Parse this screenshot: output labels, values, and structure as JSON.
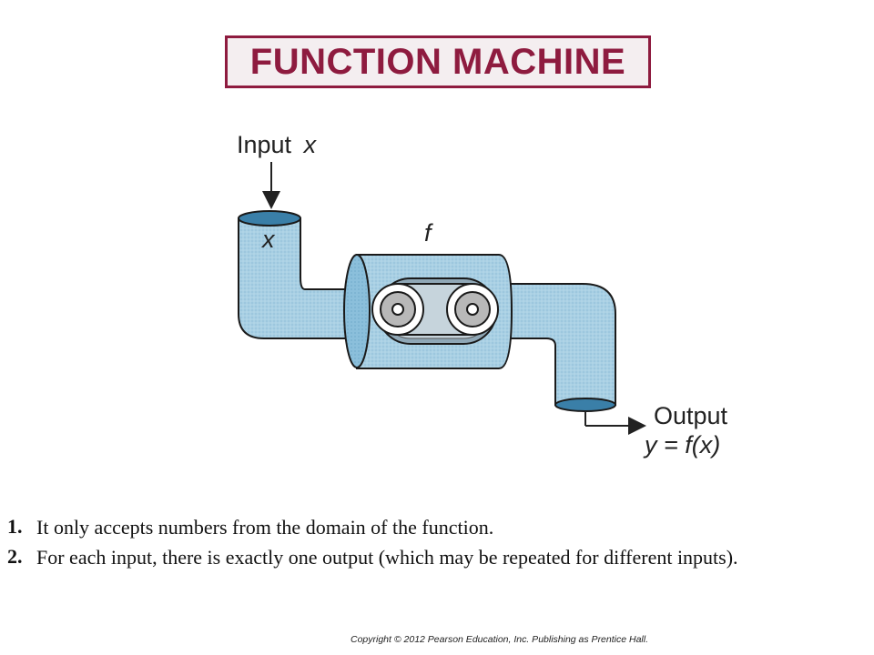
{
  "title": "FUNCTION MACHINE",
  "diagram": {
    "input_label": "Input",
    "input_var": "x",
    "funnel_var": "x",
    "function_label": "f",
    "output_label": "Output",
    "output_eq": "y = f(x)",
    "colors": {
      "pipe": "#a9d0e4",
      "pipe_dark": "#3a7fa8",
      "outline": "#1a1a1a",
      "roller": "#b8b8b8"
    }
  },
  "statements": [
    {
      "num": "1.",
      "text": "It only accepts numbers from the domain of the function."
    },
    {
      "num": "2.",
      "text": "For each input, there is exactly one output (which may be repeated for different inputs)."
    }
  ],
  "copyright": "Copyright © 2012 Pearson Education, Inc. Publishing as Prentice Hall."
}
